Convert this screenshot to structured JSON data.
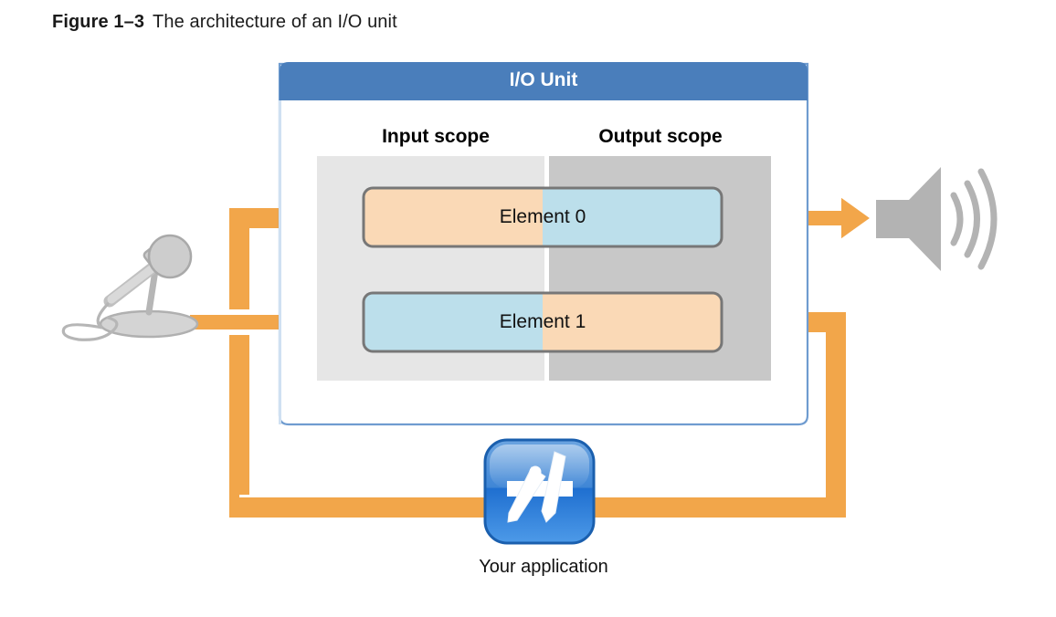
{
  "caption": {
    "figure_label": "Figure 1–3",
    "figure_text": "The architecture of an I/O unit"
  },
  "diagram": {
    "type": "block-diagram",
    "title": "The architecture of an I/O unit",
    "container": {
      "title": "I/O Unit",
      "title_bar_color": "#4a7ebb",
      "border_color": "#4a7ebb",
      "background": "#ffffff"
    },
    "scopes": [
      {
        "name": "input-scope",
        "label": "Input scope",
        "band_color": "#e6e6e6"
      },
      {
        "name": "output-scope",
        "label": "Output scope",
        "band_color": "#c8c8c8"
      }
    ],
    "elements": [
      {
        "name": "element-0",
        "label": "Element 0",
        "left_half_color": "#fad9b6",
        "right_half_color": "#bcdfeb",
        "border_color": "#777777",
        "input_side": "input-scope",
        "output_side": "output-scope"
      },
      {
        "name": "element-1",
        "label": "Element 1",
        "left_half_color": "#bcdfeb",
        "right_half_color": "#fad9b6",
        "border_color": "#777777",
        "input_side": "input-scope",
        "output_side": "output-scope"
      }
    ],
    "nodes": [
      {
        "name": "microphone",
        "icon": "microphone-icon",
        "color": "#b3b3b3",
        "role": "audio-input-source"
      },
      {
        "name": "speaker",
        "icon": "speaker-icon",
        "color": "#b3b3b3",
        "role": "audio-output-destination"
      },
      {
        "name": "your-application",
        "icon": "app-store-icon",
        "label": "Your application",
        "color": "#2f76c8"
      }
    ],
    "signal_paths": [
      {
        "name": "mic-to-element-1",
        "from": "microphone",
        "to": "element-1",
        "arrow": true
      },
      {
        "name": "element-0-to-speaker",
        "from": "element-0",
        "to": "speaker",
        "arrow": true
      },
      {
        "name": "element-1-to-application",
        "from": "element-1",
        "to": "your-application",
        "arrow": false
      },
      {
        "name": "application-to-element-0",
        "from": "your-application",
        "to": "element-0",
        "arrow": false
      }
    ],
    "path_color": "#f2a64a",
    "path_outline_color": "#ffffff"
  }
}
